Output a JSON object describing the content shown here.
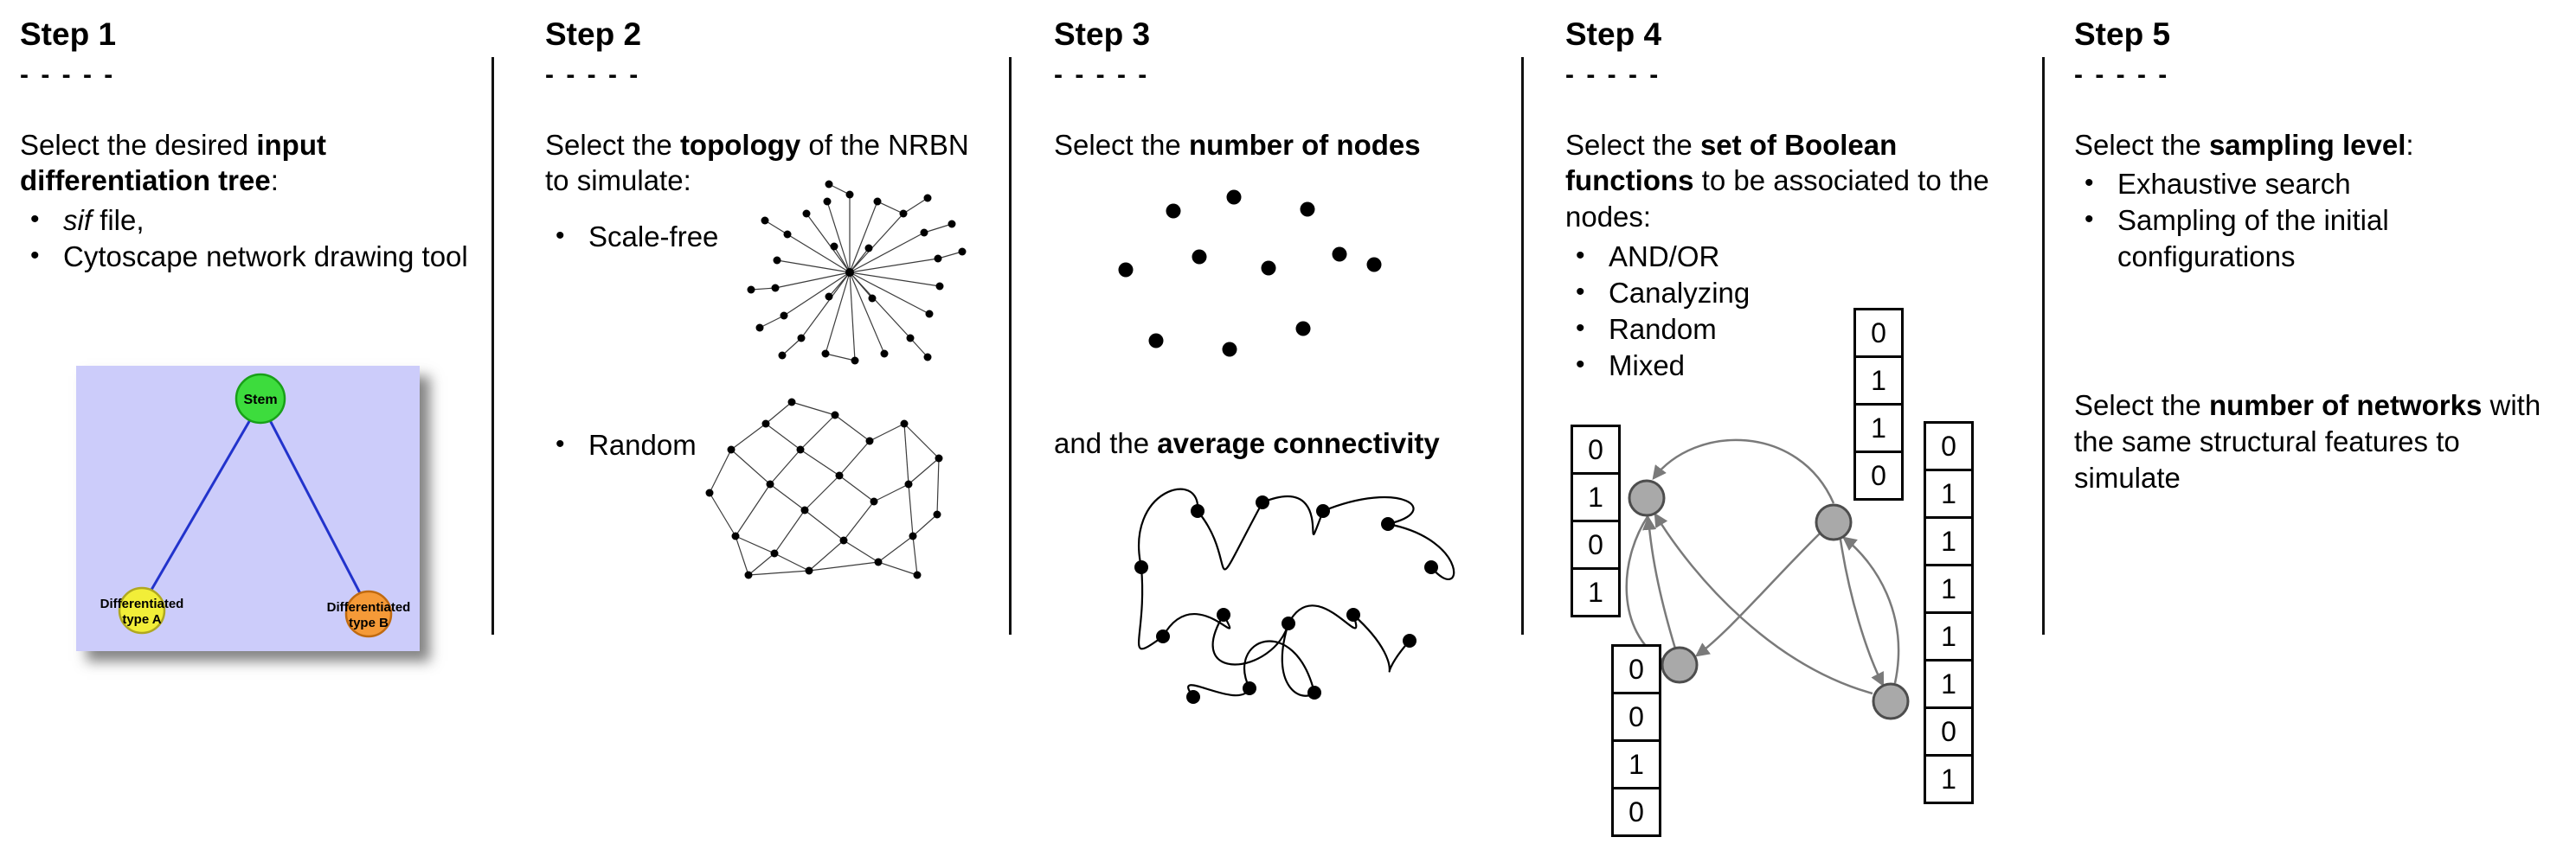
{
  "figure": {
    "colors": {
      "stem_fill": "#3ddc3d",
      "stem_stroke": "#18a018",
      "type_a_fill": "#f2ee38",
      "type_a_stroke": "#b0a820",
      "type_b_fill": "#f59a38",
      "type_b_stroke": "#c06a10",
      "tree_bg": "#ccccfa",
      "tree_edge": "#2233cc",
      "boolean_node_fill": "#a9a9a9",
      "boolean_node_stroke": "#4d4d4d",
      "arrow": "#7a7a7a",
      "dot": "#000000"
    }
  },
  "steps": [
    {
      "title": "Step 1",
      "dashes": "- - - - -",
      "intro": [
        {
          "text": "Select the desired "
        },
        {
          "text": "input differentiation tree"
        },
        {
          "text": ":"
        }
      ],
      "bullets": [
        {
          "seg_italic": "sif",
          "seg_rest": " file,"
        },
        {
          "label": "Cytoscape network drawing tool"
        }
      ],
      "tree": {
        "stem": "Stem",
        "type_a_line1": "Differentiated",
        "type_a_line2": "type A",
        "type_b_line1": "Differentiated",
        "type_b_line2": "type B"
      }
    },
    {
      "title": "Step 2",
      "dashes": "- - - - -",
      "intro": [
        {
          "text": "Select the "
        },
        {
          "text": "topology"
        },
        {
          "text": " of the NRBN to simulate:"
        }
      ],
      "bullets": [
        {
          "label": "Scale-free"
        },
        {
          "label": "Random"
        }
      ]
    },
    {
      "title": "Step 3",
      "dashes": "- - - - -",
      "intro": [
        {
          "text": "Select the "
        },
        {
          "text": "number of nodes"
        }
      ],
      "second": [
        {
          "text": "and the "
        },
        {
          "text": "average connectivity"
        }
      ]
    },
    {
      "title": "Step 4",
      "dashes": "- - - - -",
      "intro": [
        {
          "text": "Select the "
        },
        {
          "text": "set of Boolean functions"
        },
        {
          "text": " to be associated to the nodes:"
        }
      ],
      "bullets": [
        {
          "label": "AND/OR"
        },
        {
          "label": "Canalyzing"
        },
        {
          "label": "Random"
        },
        {
          "label": "Mixed"
        }
      ],
      "tables": {
        "top": [
          "0",
          "1",
          "1",
          "0"
        ],
        "left": [
          "0",
          "1",
          "0",
          "1"
        ],
        "bottom": [
          "0",
          "0",
          "1",
          "0"
        ],
        "right": [
          "0",
          "1",
          "1",
          "1",
          "1",
          "1",
          "0",
          "1"
        ]
      }
    },
    {
      "title": "Step 5",
      "dashes": "- - - - -",
      "intro": [
        {
          "text": "Select the "
        },
        {
          "text": "sampling level"
        },
        {
          "text": ":"
        }
      ],
      "bullets": [
        {
          "label": "Exhaustive search"
        },
        {
          "label": "Sampling of the initial configurations"
        }
      ],
      "second": [
        {
          "text": "Select the "
        },
        {
          "text": "number of networks"
        },
        {
          "text": " with the same structural features to simulate"
        }
      ]
    }
  ]
}
